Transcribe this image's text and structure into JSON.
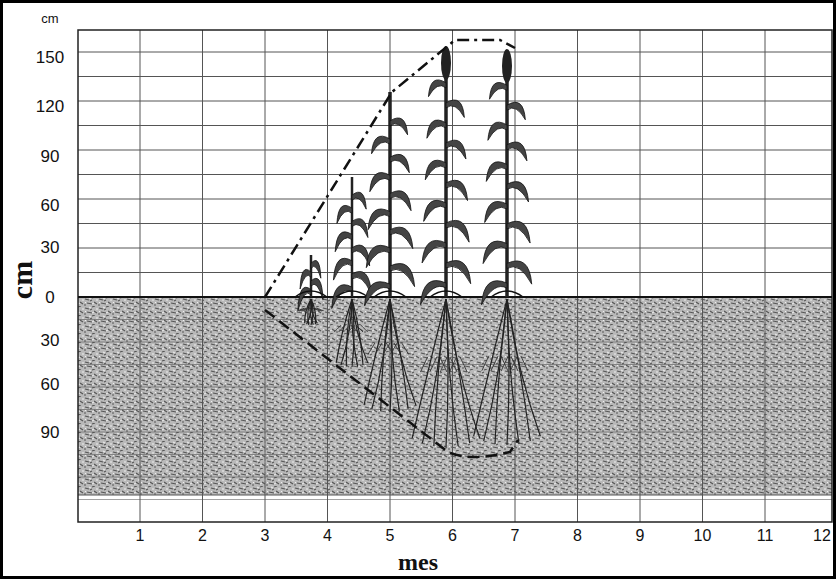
{
  "diagram": {
    "labels": [
      "cm",
      "150",
      "120",
      "90",
      "60",
      "30",
      "0",
      "30",
      "60",
      "90",
      "cm",
      "1",
      "2",
      "3",
      "4",
      "5",
      "6",
      "7",
      "8",
      "9",
      "10",
      "11",
      "12",
      "mes"
    ]
  }
}
